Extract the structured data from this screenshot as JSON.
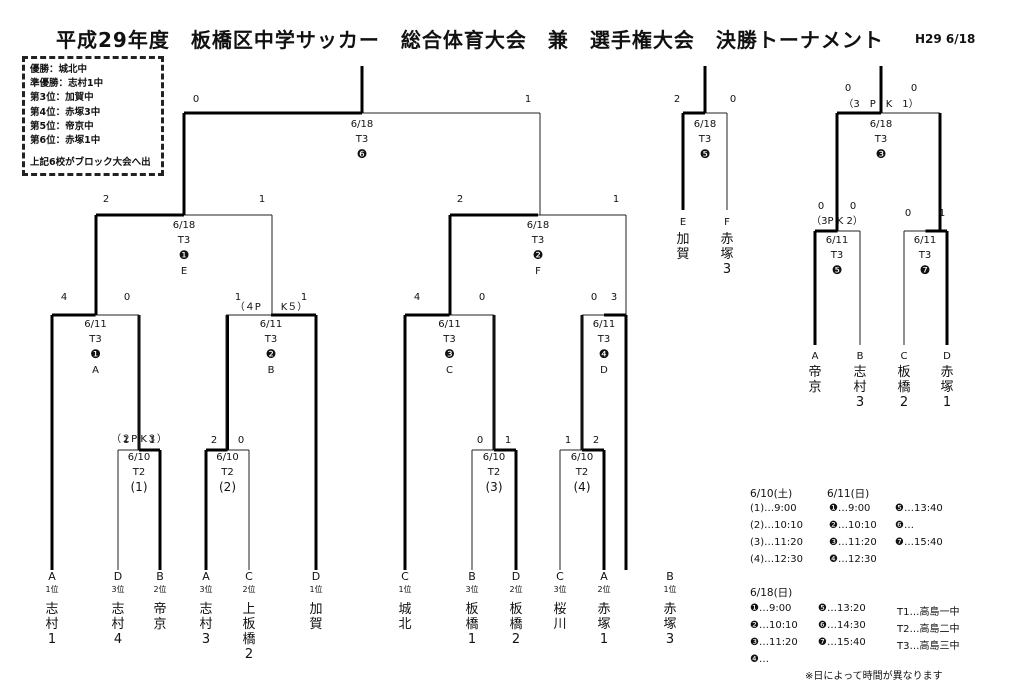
{
  "title": "平成29年度　板橋区中学サッカー　総合体育大会　兼　選手権大会　決勝トーナメント",
  "date": "H29 6/18",
  "results_box": {
    "lines": [
      "優勝：城北中",
      "準優勝：志村1中",
      "第3位：加賀中",
      "第4位：赤塚3中",
      "第5位：帝京中",
      "第6位：赤塚1中"
    ],
    "note": "上記6校がブロック大会へ出"
  },
  "teams": [
    {
      "slot": "A",
      "rank": "1位",
      "name": [
        "志",
        "村",
        "1"
      ]
    },
    {
      "slot": "D",
      "rank": "3位",
      "name": [
        "志",
        "村",
        "4"
      ]
    },
    {
      "slot": "B",
      "rank": "2位",
      "name": [
        "帝",
        "京"
      ]
    },
    {
      "slot": "A",
      "rank": "3位",
      "name": [
        "志",
        "村",
        "3"
      ]
    },
    {
      "slot": "C",
      "rank": "2位",
      "name": [
        "上",
        "板",
        "橋",
        "2"
      ]
    },
    {
      "slot": "D",
      "rank": "1位",
      "name": [
        "加",
        "賀"
      ]
    },
    {
      "slot": "C",
      "rank": "1位",
      "name": [
        "城",
        "北"
      ]
    },
    {
      "slot": "B",
      "rank": "3位",
      "name": [
        "板",
        "橋",
        "1"
      ]
    },
    {
      "slot": "D",
      "rank": "2位",
      "name": [
        "板",
        "橋",
        "2"
      ]
    },
    {
      "slot": "C",
      "rank": "3位",
      "name": [
        "桜",
        "川"
      ]
    },
    {
      "slot": "A",
      "rank": "2位",
      "name": [
        "赤",
        "塚",
        "1"
      ]
    },
    {
      "slot": "B",
      "rank": "1位",
      "name": [
        "赤",
        "塚",
        "3"
      ]
    }
  ],
  "matches": [
    {
      "id": "m1",
      "date": "6/10",
      "venue": "T2",
      "no": "(1)",
      "scores": [
        "1",
        "1"
      ],
      "pk": "（２P K３）"
    },
    {
      "id": "m2",
      "date": "6/10",
      "venue": "T2",
      "no": "(2)",
      "scores": [
        "2",
        "0"
      ]
    },
    {
      "id": "m3",
      "date": "6/10",
      "venue": "T2",
      "no": "(3)",
      "scores": [
        "0",
        "1"
      ]
    },
    {
      "id": "m4",
      "date": "6/10",
      "venue": "T2",
      "no": "(4)",
      "scores": [
        "1",
        "2"
      ]
    },
    {
      "id": "q1",
      "date": "6/11",
      "venue": "T3",
      "no": "❶",
      "slot": "A",
      "scores": [
        "4",
        "0"
      ]
    },
    {
      "id": "q2",
      "date": "6/11",
      "venue": "T3",
      "no": "❷",
      "slot": "B",
      "scores": [
        "1",
        "1"
      ],
      "pk": "（４P　　K５）"
    },
    {
      "id": "q3",
      "date": "6/11",
      "venue": "T3",
      "no": "❸",
      "slot": "C",
      "scores": [
        "4",
        "0"
      ]
    },
    {
      "id": "q4",
      "date": "6/11",
      "venue": "T3",
      "no": "❹",
      "slot": "D",
      "scores": [
        "0",
        "3"
      ]
    },
    {
      "id": "s1",
      "date": "6/18",
      "venue": "T3",
      "no": "❶",
      "slot": "E",
      "scores": [
        "2",
        "1"
      ]
    },
    {
      "id": "s2",
      "date": "6/18",
      "venue": "T3",
      "no": "❷",
      "slot": "F",
      "scores": [
        "2",
        "1"
      ]
    },
    {
      "id": "f",
      "date": "6/18",
      "venue": "T3",
      "no": "❻",
      "scores": [
        "0",
        "1"
      ]
    },
    {
      "id": "third",
      "date": "6/18",
      "venue": "T3",
      "no": "❺",
      "scores": [
        "2",
        "0"
      ],
      "teams": [
        {
          "slot": "E",
          "name": [
            "加",
            "賀"
          ]
        },
        {
          "slot": "F",
          "name": [
            "赤",
            "塚",
            "3"
          ]
        }
      ]
    },
    {
      "id": "r1",
      "date": "6/11",
      "venue": "T3",
      "no": "❺",
      "scores": [
        "0",
        "0"
      ],
      "pk": "（3P K 2）"
    },
    {
      "id": "r2",
      "date": "6/11",
      "venue": "T3",
      "no": "❼",
      "scores": [
        "0",
        "1"
      ]
    },
    {
      "id": "r3",
      "date": "6/18",
      "venue": "T3",
      "no": "❸",
      "scores": [
        "0",
        "0"
      ],
      "pk": "（3　P　K　1）"
    }
  ],
  "repechage_teams": [
    {
      "slot": "A",
      "name": [
        "帝",
        "京"
      ]
    },
    {
      "slot": "B",
      "name": [
        "志",
        "村",
        "3"
      ]
    },
    {
      "slot": "C",
      "name": [
        "板",
        "橋",
        "2"
      ]
    },
    {
      "slot": "D",
      "name": [
        "赤",
        "塚",
        "1"
      ]
    }
  ],
  "schedule": {
    "day1_header": "6/10(土)",
    "day1": [
      "(1)…9:00",
      "(2)…10:10",
      "(3)…11:20",
      "(4)…12:30"
    ],
    "day2_header": "6/11(日)",
    "day2_a": [
      "❶…9:00",
      "❷…10:10",
      "❸…11:20",
      "❹…12:30"
    ],
    "day2_b": [
      "❺…13:40",
      "❻…",
      "❼…15:40"
    ],
    "day3_header": "6/18(日)",
    "day3_a": [
      "❶…9:00",
      "❷…10:10",
      "❸…11:20",
      "❹…"
    ],
    "day3_b": [
      "❺…13:20",
      "❻…14:30",
      "❼…15:40"
    ],
    "venues": [
      "T1…高島一中",
      "T2…高島二中",
      "T3…高島三中"
    ],
    "note": "※日によって時間が異なります"
  }
}
